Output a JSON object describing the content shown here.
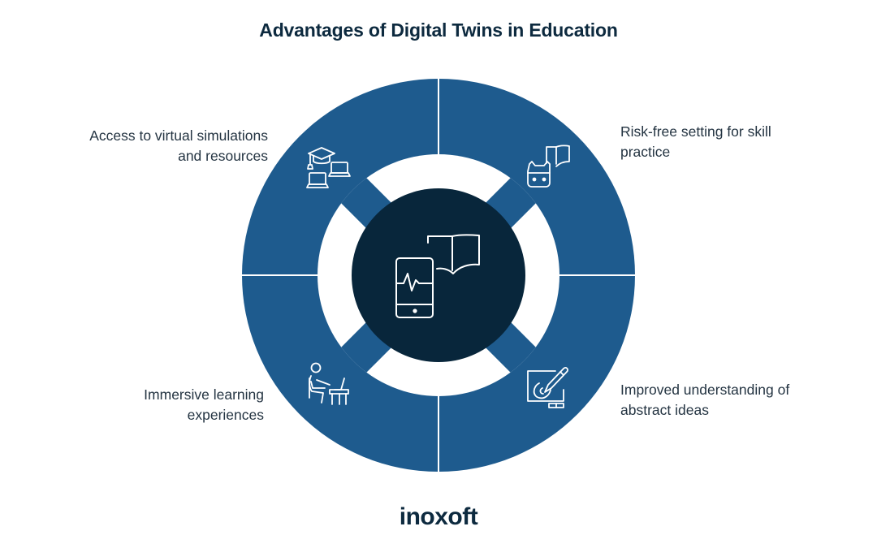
{
  "title": "Advantages of Digital Twins in Education",
  "center": {
    "icon": "smartphone-and-open-book-icon"
  },
  "segments": [
    {
      "position": "top-left",
      "label": "Access to virtual simulations and resources",
      "lines": [
        "Access to virtual simulations",
        "and resources"
      ],
      "icon": "graduation-cap-laptops-icon"
    },
    {
      "position": "top-right",
      "label": "Risk-free setting for skill practice",
      "lines": [
        "Risk-free setting for skill",
        "practice"
      ],
      "icon": "robot-book-icon"
    },
    {
      "position": "bottom-left",
      "label": "Immersive learning experiences",
      "lines": [
        "Immersive learning",
        "experiences"
      ],
      "icon": "student-at-desk-icon"
    },
    {
      "position": "bottom-right",
      "label": "Improved understanding of abstract ideas",
      "lines": [
        "Improved understanding of",
        "abstract ideas"
      ],
      "icon": "pen-tablet-drawing-icon"
    }
  ],
  "brand": {
    "logo_text": "inoxoft"
  },
  "colors": {
    "ring_blue": "#1e5b8e",
    "core_navy": "#08263b",
    "title": "#0d2a3f",
    "text": "#243442",
    "background": "#ffffff"
  }
}
